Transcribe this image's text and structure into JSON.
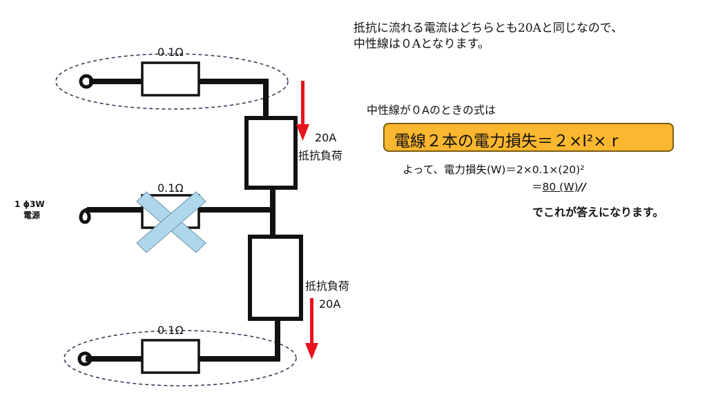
{
  "notes": {
    "line1": "抵抗に流れる電流はどちらとも20Aと同じなので、",
    "line2": "中性線は０Aとなります。"
  },
  "formula": {
    "intro": "中性線が０Aのときの式は",
    "main": "電線２本の電力損失＝２×I²× r",
    "calc": "よって、電力損失(W)＝2×0.1×(20)²",
    "result_prefix": "＝",
    "result_value": "80 (W)",
    "result_mark": "//",
    "answer": "でこれが答えになります。"
  },
  "circuit": {
    "source_label_1": "1 ϕ3W",
    "source_label_2": "電源",
    "r_top": "0.1Ω",
    "r_mid": "0.1Ω",
    "r_bottom": "0.1Ω",
    "current_top": "20A",
    "load_top": "抵抗負荷",
    "load_bottom": "抵抗負荷",
    "current_bottom": "20A"
  },
  "colors": {
    "arrow": "#e8121b",
    "formula_box": "#fbb72f",
    "cross": "#aed7ec"
  }
}
